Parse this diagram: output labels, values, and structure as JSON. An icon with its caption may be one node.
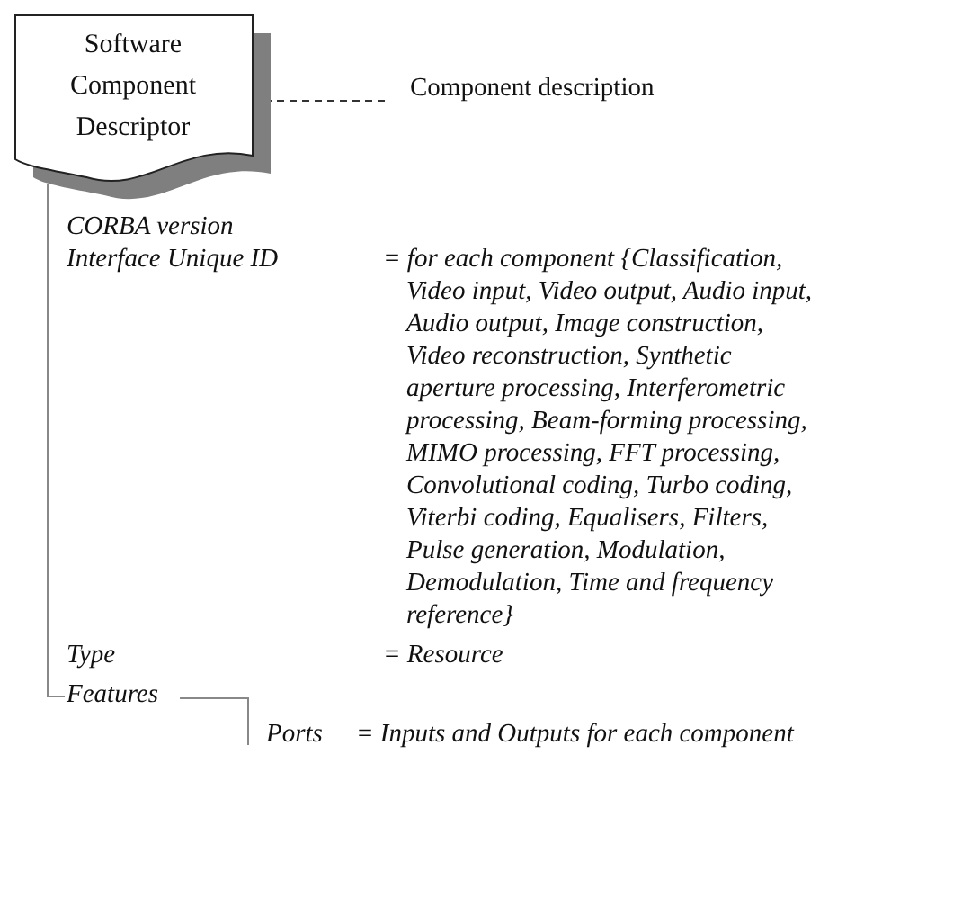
{
  "diagram": {
    "nodes": [
      {
        "text": [
          "Software Component Descriptor"
        ]
      },
      {
        "text": [
          "Component description"
        ]
      },
      {
        "text": [
          "CORBA version"
        ]
      },
      {
        "text": [
          "Interface Unique ID",
          "= for each component {Classification, Video input, Video output, Audio input, Audio output, Image construction, Video reconstruction, Synthetic aperture processing, Interferometric processing, Beam-forming processing, MIMO processing, FFT processing, Convolutional coding, Turbo coding, Viterbi coding, Equalisers, Filters, Pulse generation, Modulation, Demodulation, Time and frequency reference}"
        ]
      },
      {
        "text": [
          "Type",
          "= Resource"
        ]
      },
      {
        "text": [
          "Features"
        ]
      },
      {
        "text": [
          "Ports",
          "= Inputs and Outputs for each component"
        ]
      }
    ],
    "edges": [
      {
        "from": 0,
        "to": 1,
        "arrow": "none",
        "style": "dashed"
      },
      {
        "from": 0,
        "to": 5,
        "arrow": "none"
      },
      {
        "from": 5,
        "to": 6,
        "arrow": "none"
      }
    ]
  }
}
